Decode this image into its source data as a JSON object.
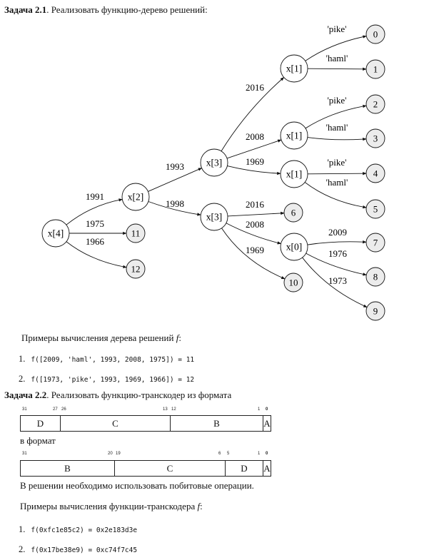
{
  "task1": {
    "label": "Задача 2.1",
    "text": ". Реализовать функцию-дерево решений:",
    "tree": {
      "nodes": [
        {
          "id": "n_root",
          "label": "x[4]",
          "leaf": false
        },
        {
          "id": "n_x2",
          "label": "x[2]",
          "leaf": false
        },
        {
          "id": "n_x3a",
          "label": "x[3]",
          "leaf": false
        },
        {
          "id": "n_x3b",
          "label": "x[3]",
          "leaf": false
        },
        {
          "id": "n_x1a",
          "label": "x[1]",
          "leaf": false
        },
        {
          "id": "n_x1b",
          "label": "x[1]",
          "leaf": false
        },
        {
          "id": "n_x1c",
          "label": "x[1]",
          "leaf": false
        },
        {
          "id": "n_x0",
          "label": "x[0]",
          "leaf": false
        },
        {
          "id": "l0",
          "label": "0",
          "leaf": true
        },
        {
          "id": "l1",
          "label": "1",
          "leaf": true
        },
        {
          "id": "l2",
          "label": "2",
          "leaf": true
        },
        {
          "id": "l3",
          "label": "3",
          "leaf": true
        },
        {
          "id": "l4",
          "label": "4",
          "leaf": true
        },
        {
          "id": "l5",
          "label": "5",
          "leaf": true
        },
        {
          "id": "l6",
          "label": "6",
          "leaf": true
        },
        {
          "id": "l7",
          "label": "7",
          "leaf": true
        },
        {
          "id": "l8",
          "label": "8",
          "leaf": true
        },
        {
          "id": "l9",
          "label": "9",
          "leaf": true
        },
        {
          "id": "l10",
          "label": "10",
          "leaf": true
        },
        {
          "id": "l11",
          "label": "11",
          "leaf": true
        },
        {
          "id": "l12",
          "label": "12",
          "leaf": true
        }
      ],
      "edges": [
        {
          "from": "n_root",
          "to": "n_x2",
          "label": "1991"
        },
        {
          "from": "n_root",
          "to": "l11",
          "label": "1975"
        },
        {
          "from": "n_root",
          "to": "l12",
          "label": "1966"
        },
        {
          "from": "n_x2",
          "to": "n_x3a",
          "label": "1993"
        },
        {
          "from": "n_x2",
          "to": "n_x3b",
          "label": "1998"
        },
        {
          "from": "n_x3a",
          "to": "n_x1a",
          "label": "2016"
        },
        {
          "from": "n_x3a",
          "to": "n_x1b",
          "label": "2008"
        },
        {
          "from": "n_x3a",
          "to": "n_x1c",
          "label": "1969"
        },
        {
          "from": "n_x1a",
          "to": "l0",
          "label": "'pike'"
        },
        {
          "from": "n_x1a",
          "to": "l1",
          "label": "'haml'"
        },
        {
          "from": "n_x1b",
          "to": "l2",
          "label": "'pike'"
        },
        {
          "from": "n_x1b",
          "to": "l3",
          "label": "'haml'"
        },
        {
          "from": "n_x1c",
          "to": "l4",
          "label": "'pike'"
        },
        {
          "from": "n_x1c",
          "to": "l5",
          "label": "'haml'"
        },
        {
          "from": "n_x3b",
          "to": "l6",
          "label": "2016"
        },
        {
          "from": "n_x3b",
          "to": "n_x0",
          "label": "2008"
        },
        {
          "from": "n_x3b",
          "to": "l10",
          "label": "1969"
        },
        {
          "from": "n_x0",
          "to": "l7",
          "label": "2009"
        },
        {
          "from": "n_x0",
          "to": "l8",
          "label": "1976"
        },
        {
          "from": "n_x0",
          "to": "l9",
          "label": "1973"
        }
      ]
    },
    "examples_title": "Примеры вычисления дерева решений",
    "examples_var": "f",
    "examples_colon": ":",
    "examples": [
      {
        "num": "1.",
        "code": "f([2009, 'haml', 1993, 2008, 1975]) = 11"
      },
      {
        "num": "2.",
        "code": "f([1973, 'pike', 1993, 1969, 1966]) = 12"
      }
    ]
  },
  "task2": {
    "label": "Задача 2.2",
    "text": ". Реализовать функцию-транскодер из формата",
    "format_from": {
      "bits": [
        "31",
        "27",
        "26",
        "13",
        "12",
        "1",
        "0"
      ],
      "fields": [
        "D",
        "C",
        "B",
        "A"
      ]
    },
    "middle_text": "в формат",
    "format_to": {
      "bits": [
        "31",
        "20",
        "19",
        "6",
        "5",
        "1",
        "0"
      ],
      "fields": [
        "B",
        "C",
        "D",
        "A"
      ]
    },
    "note": "В решении необходимо использовать побитовые операции.",
    "examples_title": "Примеры вычисления функции-транскодера",
    "examples_var": "f",
    "examples_colon": ":",
    "examples": [
      {
        "num": "1.",
        "code": "f(0xfc1e85c2) = 0x2e183d3e"
      },
      {
        "num": "2.",
        "code": "f(0x17be38e9) = 0xc74f7c45"
      }
    ]
  }
}
